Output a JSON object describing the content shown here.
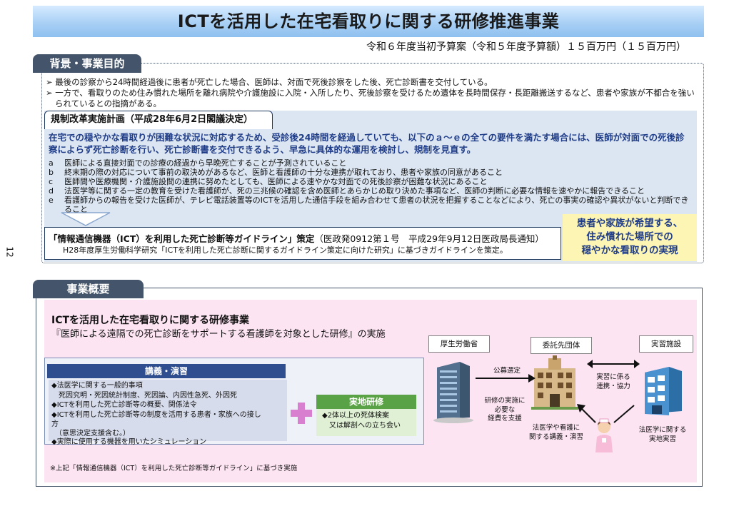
{
  "header": {
    "title": "ICTを活用した在宅看取りに関する研修推進事業",
    "budget": "令和６年度当初予算案（令和５年度予算額）１５百万円（１５百万円）"
  },
  "page_number": "12",
  "background": {
    "tab_label": "背景・事業目的",
    "bullets": [
      "最後の診察から24時間経過後に患者が死亡した場合、医師は、対面で死後診察をした後、死亡診断書を交付している。",
      "一方で、看取りのため住み慣れた場所を離れ病院や介護施設に入院・入所したり、死後診察を受けるため遺体を長時間保存・長距離搬送するなど、患者や家族が不都合を強いられているとの指摘がある。"
    ],
    "plan": {
      "tab_label": "規制改革実施計画（平成28年6月2日閣議決定）",
      "lead": "在宅での穏やかな看取りが困難な状況に対応するため、受診後24時間を経過していても、以下のａ～ｅの全ての要件を満たす場合には、医師が対面での死後診察によらず死亡診断を行い、死亡診断書を交付できるよう、早急に具体的な運用を検討し、規制を見直す。",
      "conditions": [
        {
          "letter": "a",
          "text": "医師による直接対面での診療の経過から早晩死亡することが予測されていること"
        },
        {
          "letter": "b",
          "text": "終末期の際の対応について事前の取決めがあるなど、医師と看護師の十分な連携が取れており、患者や家族の同意があること"
        },
        {
          "letter": "c",
          "text": "医師間や医療機関・介護施設間の連携に努めたとしても、医師による速やかな対面での死後診察が困難な状況にあること"
        },
        {
          "letter": "d",
          "text": "法医学等に関する一定の教育を受けた看護師が、死の三兆候の確認を含め医師とあらかじめ取り決めた事項など、医師の判断に必要な情報を速やかに報告できること"
        },
        {
          "letter": "e",
          "text": "看護師からの報告を受けた医師が、テレビ電話装置等のICTを活用した通信手段を組み合わせて患者の状況を把握することなどにより、死亡の事実の確認や異状がないと判断できること"
        }
      ]
    },
    "guideline": {
      "title_bold": "「情報通信機器（ICT）を利用した死亡診断等ガイドライン」策定",
      "title_rest": "（医政発0912第１号　平成29年9月12日医政局長通知）",
      "note": "H28年度厚生労働科学研究「ICTを利用した死亡診断に関するガイドライン策定に向けた研究」に基づきガイドラインを策定。"
    },
    "hope_lines": [
      "患者や家族が希望する、",
      "住み慣れた場所での",
      "穏やかな看取りの実現"
    ]
  },
  "overview": {
    "tab_label": "事業概要",
    "project_title": "ICTを活用した在宅看取りに関する研修事業",
    "project_sub": "『医師による遠隔での死亡診断をサポートする看護師を対象とした研修』の実施",
    "lecture": {
      "header": "講義・演習",
      "items": [
        "◆法医学に関する一般的事項",
        "　死因究明・死因統計制度、死因論、内因性急死、外因死",
        "◆ICTを利用した死亡診断等の概要、関係法令",
        "◆ICTを利用した死亡診断等の制度を活用する患者・家族への接し",
        "方",
        "　（意思決定支援含む。）",
        "◆実際に使用する機器を用いたシミュレーション"
      ]
    },
    "field": {
      "header": "実地研修",
      "line1": "◆2体以上の死体検案",
      "line2": "　又は解剖への立ち会い"
    },
    "footnote": "※上記「情報通信機器（ICT）を利用した死亡診断等ガイドライン」に基づき実施",
    "flow": {
      "mhlw": "厚生労働省",
      "entrusted": "委託先団体",
      "practice_site": "実習施設",
      "open_call": "公募選定",
      "funding": [
        "研修の実施に",
        "必要な",
        "経費を支援"
      ],
      "cooperation": [
        "実習に係る",
        "連携・協力"
      ],
      "lecture_label": [
        "法医学や看護に",
        "関する講義・演習"
      ],
      "practice_label": [
        "法医学に関する",
        "実地実習"
      ]
    }
  }
}
